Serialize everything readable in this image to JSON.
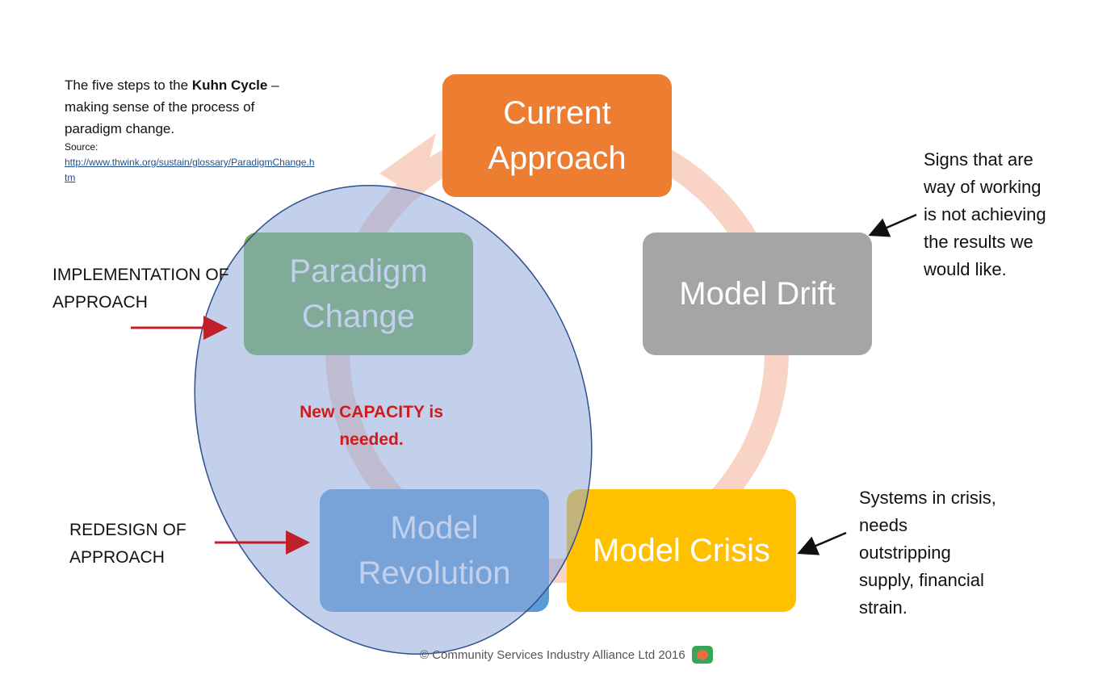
{
  "intro": {
    "line_before_bold": "The five steps to the ",
    "bold": "Kuhn Cycle",
    "line_after_bold": " –",
    "rest": "making sense of the process of paradigm change.",
    "source_label": "Source:",
    "source_url": "http://www.thwink.org/sustain/glossary/ParadigmChange.htm"
  },
  "steps": [
    {
      "name": "current-approach",
      "line1": "Current",
      "line2": "Approach",
      "color": "#ed7d31"
    },
    {
      "name": "model-drift",
      "line1": "Model Drift",
      "line2": "",
      "color": "#a5a5a5"
    },
    {
      "name": "model-crisis",
      "line1": "Model Crisis",
      "line2": "",
      "color": "#ffc000"
    },
    {
      "name": "model-revolution",
      "line1": "Model",
      "line2": "Revolution",
      "color": "#5b9bd5"
    },
    {
      "name": "paradigm-change",
      "line1": "Paradigm",
      "line2": "Change",
      "color": "#70ad47"
    }
  ],
  "labels": {
    "implementation": [
      "IMPLEMENTATION OF",
      "APPROACH"
    ],
    "redesign": [
      "REDESIGN OF",
      "APPROACH"
    ]
  },
  "notes": {
    "drift": [
      "Signs that are",
      "way of working",
      "is not achieving",
      "the results we",
      "would like."
    ],
    "crisis": [
      "Systems in crisis,",
      "needs",
      "outstripping",
      "supply, financial",
      "strain."
    ]
  },
  "capacity": [
    "New CAPACITY is",
    "needed."
  ],
  "footer": "© Community Services Industry Alliance Ltd 2016",
  "colors": {
    "cycle_ring": "#f8d3c6",
    "overlay_ellipse": "#8faadc",
    "arrow_red": "#c0202a",
    "arrow_black": "#111111"
  }
}
